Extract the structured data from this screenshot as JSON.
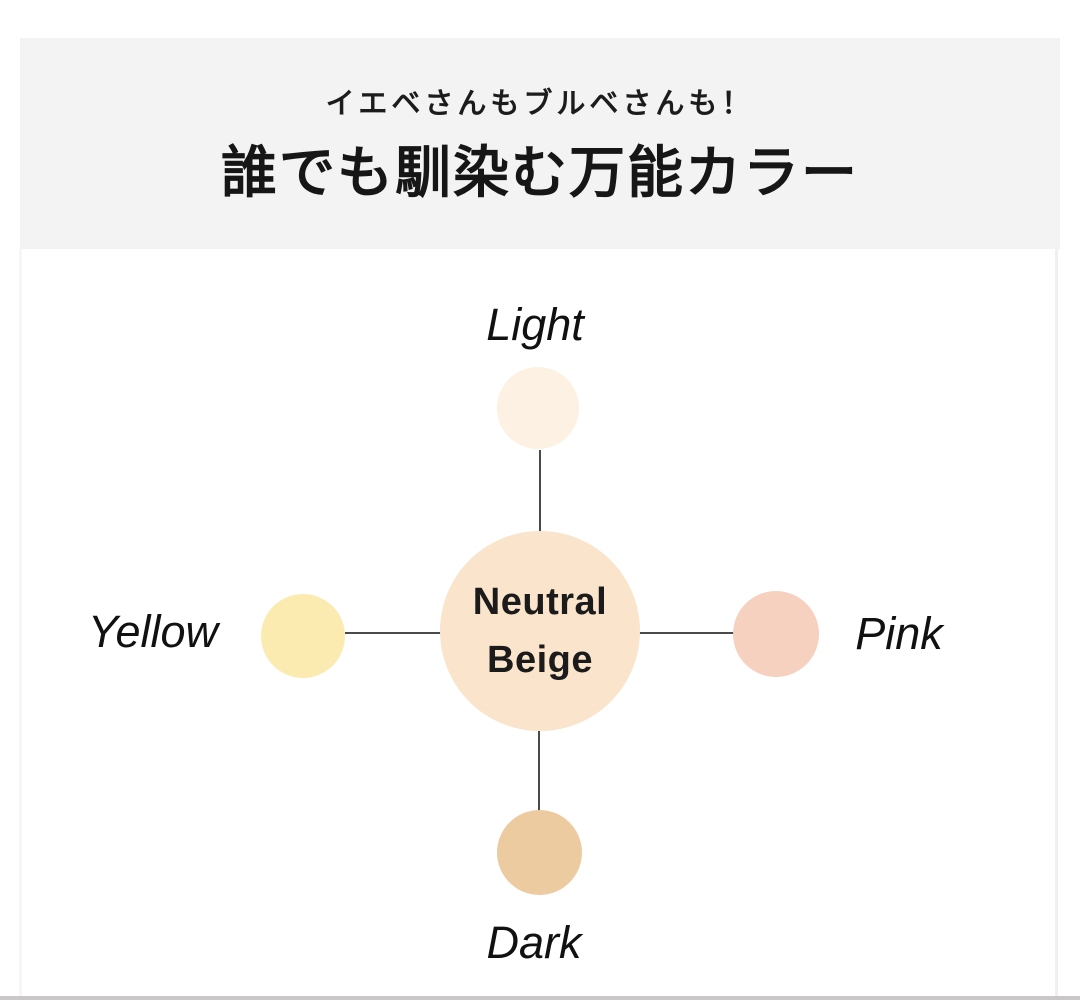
{
  "header": {
    "subtitle": "イエベさんもブルベさんも！",
    "title": "誰でも馴染む万能カラー",
    "background_color": "#f4f3f3"
  },
  "diagram": {
    "center": {
      "label_line1": "Neutral",
      "label_line2": "Beige",
      "color": "#fae4cb"
    },
    "nodes": {
      "light": {
        "label": "Light",
        "color": "#fcf1e3",
        "position": "top"
      },
      "pink": {
        "label": "Pink",
        "color": "#f7d1c0",
        "position": "right"
      },
      "dark": {
        "label": "Dark",
        "color": "#edcba1",
        "position": "bottom"
      },
      "yellow": {
        "label": "Yellow",
        "color": "#fbebb1",
        "position": "left"
      }
    },
    "connector_color": "#4a4a4a"
  }
}
